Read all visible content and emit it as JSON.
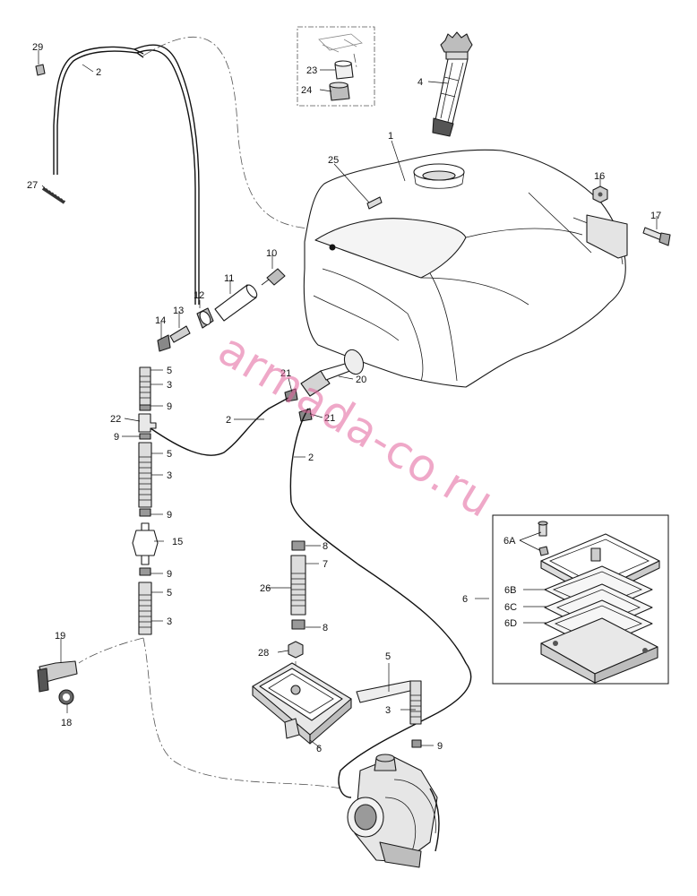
{
  "callouts": {
    "c1": "1",
    "c2a": "2",
    "c2b": "2",
    "c2c": "2",
    "c3a": "3",
    "c3b": "3",
    "c3c": "3",
    "c3d": "3",
    "c4": "4",
    "c5a": "5",
    "c5b": "5",
    "c5c": "5",
    "c5d": "5",
    "c6a": "6",
    "c6b": "6",
    "c6A": "6A",
    "c6B": "6B",
    "c6C": "6C",
    "c6D": "6D",
    "c7": "7",
    "c8a": "8",
    "c8b": "8",
    "c9a": "9",
    "c9b": "9",
    "c9c": "9",
    "c9d": "9",
    "c9e": "9",
    "c10": "10",
    "c11": "11",
    "c12": "12",
    "c13": "13",
    "c14": "14",
    "c15": "15",
    "c16": "16",
    "c17": "17",
    "c18": "18",
    "c19": "19",
    "c20": "20",
    "c21a": "21",
    "c21b": "21",
    "c22": "22",
    "c23": "23",
    "c24": "24",
    "c25": "25",
    "c26": "26",
    "c27": "27",
    "c28": "28",
    "c29": "29"
  },
  "watermark": "armada-co.ru",
  "colors": {
    "watermark": "#e2609a",
    "line": "#111111"
  }
}
